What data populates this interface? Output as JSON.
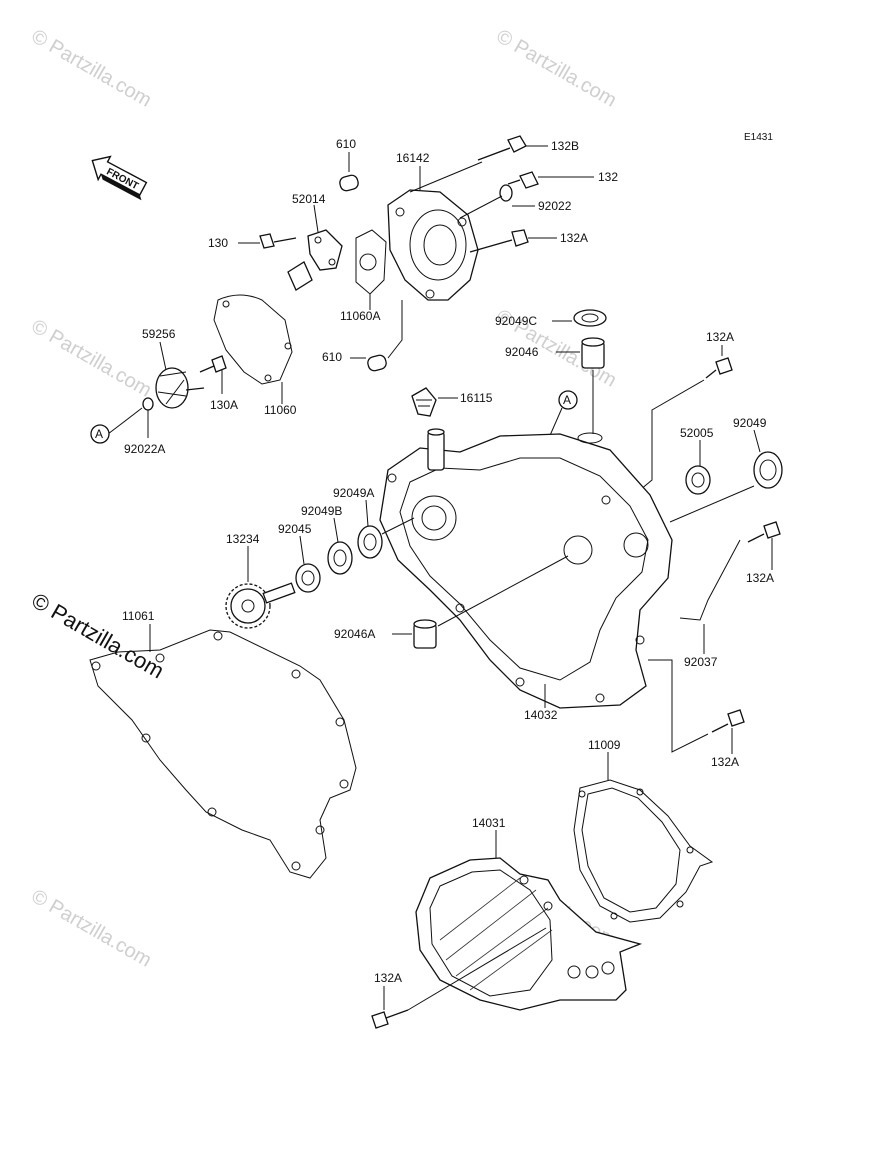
{
  "diagram_code": "E1431",
  "front_label": "FRONT",
  "callout_letter": "A",
  "watermark": "© Partzilla.com",
  "labels": {
    "p610_top": "610",
    "p16142": "16142",
    "p132B": "132B",
    "p132": "132",
    "p92022": "92022",
    "p52014": "52014",
    "p132A_1": "132A",
    "p130": "130",
    "p11060A": "11060A",
    "p610_bot": "610",
    "p59256": "59256",
    "p130A": "130A",
    "p11060": "11060",
    "p92022A": "92022A",
    "p92049C": "92049C",
    "p92046": "92046",
    "p132A_2": "132A",
    "p16115": "16115",
    "p52005": "52005",
    "p92049": "92049",
    "p92049A": "92049A",
    "p92049B": "92049B",
    "p92045": "92045",
    "p13234": "13234",
    "p132A_3": "132A",
    "p11061": "11061",
    "p92046A": "92046A",
    "p92037": "92037",
    "p14032": "14032",
    "p132A_4": "132A",
    "p11009": "11009",
    "p14031": "14031",
    "p132A_5": "132A"
  }
}
